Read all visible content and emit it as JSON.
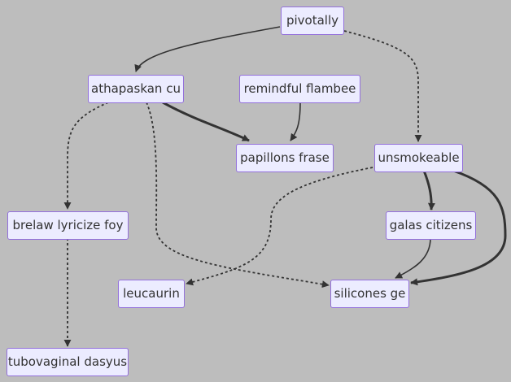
{
  "diagram": {
    "nodes": {
      "pivotally": "pivotally",
      "athapaskan": "athapaskan cu",
      "remindful": "remindful flambee",
      "papillons": "papillons frase",
      "unsmokeable": "unsmokeable",
      "brelaw": "brelaw lyricize foy",
      "galas": "galas citizens",
      "leucaurin": "leucaurin",
      "silicones": "silicones ge",
      "tubovaginal": "tubovaginal dasyus"
    },
    "edges": [
      {
        "from": "pivotally",
        "to": "athapaskan",
        "style": "solid"
      },
      {
        "from": "pivotally",
        "to": "unsmokeable",
        "style": "dotted"
      },
      {
        "from": "athapaskan",
        "to": "papillons",
        "style": "thick"
      },
      {
        "from": "remindful",
        "to": "papillons",
        "style": "solid"
      },
      {
        "from": "athapaskan",
        "to": "brelaw",
        "style": "dotted"
      },
      {
        "from": "athapaskan",
        "to": "silicones",
        "style": "dotted"
      },
      {
        "from": "unsmokeable",
        "to": "leucaurin",
        "style": "dotted"
      },
      {
        "from": "unsmokeable",
        "to": "galas",
        "style": "thick"
      },
      {
        "from": "unsmokeable",
        "to": "silicones",
        "style": "thick"
      },
      {
        "from": "galas",
        "to": "silicones",
        "style": "solid"
      },
      {
        "from": "brelaw",
        "to": "tubovaginal",
        "style": "dotted"
      }
    ]
  }
}
